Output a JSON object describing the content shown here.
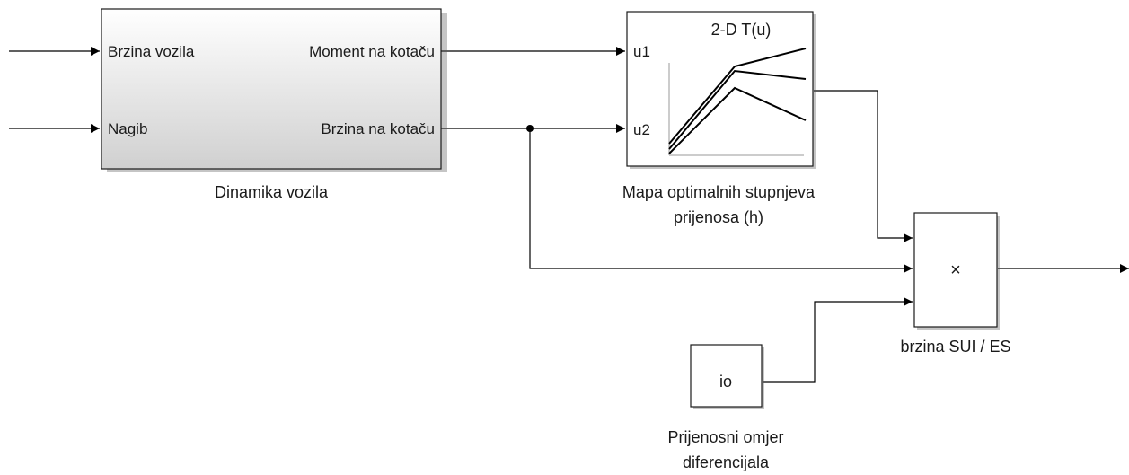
{
  "subsystem": {
    "name": "Dinamika vozila",
    "inputs": [
      "Brzina vozila",
      "Nagib"
    ],
    "outputs": [
      "Moment na kotaču",
      "Brzina na kotaču"
    ]
  },
  "lookup": {
    "title": "2-D T(u)",
    "inputs": [
      "u1",
      "u2"
    ],
    "name_line1": "Mapa optimalnih stupnjeva",
    "name_line2": "prijenosa (h)"
  },
  "product": {
    "symbol": "×",
    "name": "brzina SUI / ES"
  },
  "constant": {
    "value": "io",
    "name_line1": "Prijenosni omjer",
    "name_line2": "diferencijala"
  },
  "colors": {
    "block_border": "#1a1a1a",
    "line": "#000000",
    "subsystem_fill_top": "#ffffff",
    "subsystem_fill_bottom": "#d4d4d4"
  }
}
